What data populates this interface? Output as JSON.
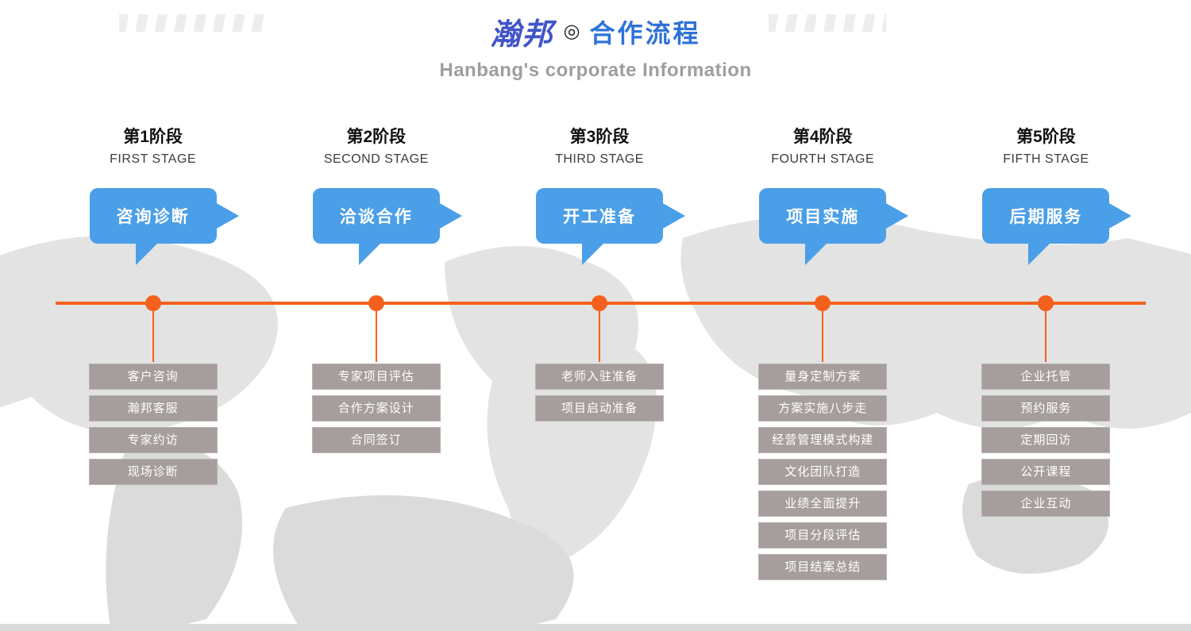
{
  "header": {
    "brand": "瀚邦",
    "badge": "◎",
    "title": "合作流程",
    "subtitle": "Hanbang's corporate Information"
  },
  "stages": [
    {
      "label": "第1阶段",
      "label_en": "FIRST STAGE",
      "bubble": "咨询诊断",
      "items": [
        "客户咨询",
        "瀚邦客服",
        "专家约访",
        "现场诊断"
      ]
    },
    {
      "label": "第2阶段",
      "label_en": "SECOND STAGE",
      "bubble": "洽谈合作",
      "items": [
        "专家项目评估",
        "合作方案设计",
        "合同签订"
      ]
    },
    {
      "label": "第3阶段",
      "label_en": "THIRD STAGE",
      "bubble": "开工准备",
      "items": [
        "老师入驻准备",
        "项目启动准备"
      ]
    },
    {
      "label": "第4阶段",
      "label_en": "FOURTH STAGE",
      "bubble": "项目实施",
      "items": [
        "量身定制方案",
        "方案实施八步走",
        "经营管理模式构建",
        "文化团队打造",
        "业绩全面提升",
        "项目分段评估",
        "项目结案总结"
      ]
    },
    {
      "label": "第5阶段",
      "label_en": "FIFTH STAGE",
      "bubble": "后期服务",
      "items": [
        "企业托管",
        "预约服务",
        "定期回访",
        "公开课程",
        "企业互动"
      ]
    }
  ],
  "colors": {
    "accent_blue": "#4A9FE8",
    "accent_orange": "#F4611C",
    "box_gray": "#A69D9D",
    "title_blue": "#2E72D9",
    "brand_blue": "#4055C8",
    "subtitle_gray": "#9E9E9E",
    "map_gray": "#E3E3E3"
  }
}
